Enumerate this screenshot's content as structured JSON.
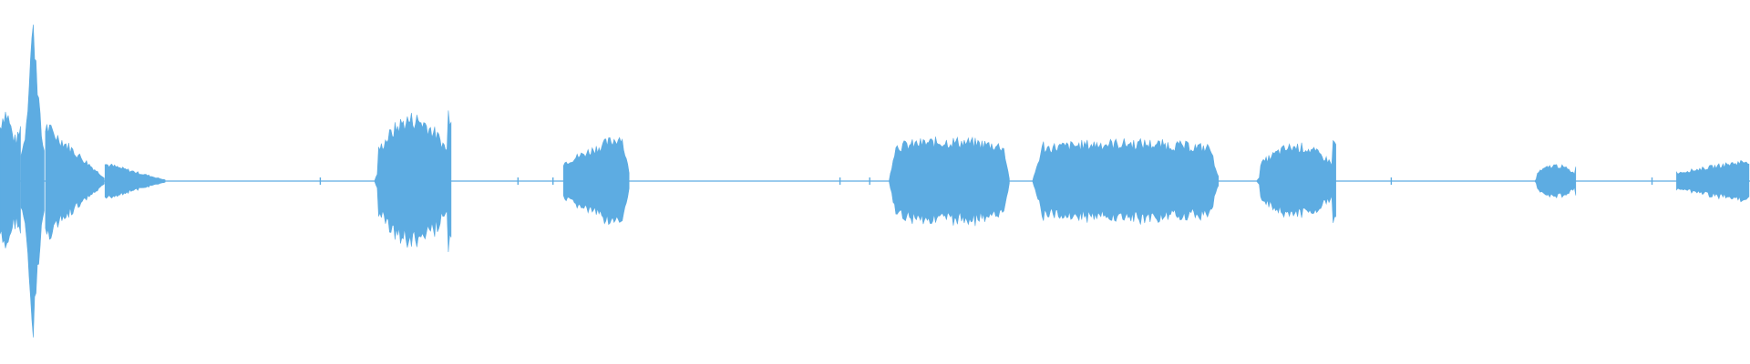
{
  "waveform": {
    "color": "#5dace2",
    "background": "#ffffff",
    "baseline_amplitude": 0.008,
    "segments": [
      {
        "start": 0.0,
        "end": 0.012,
        "peak": 0.4,
        "shape": "attack",
        "label": ""
      },
      {
        "start": 0.012,
        "end": 0.026,
        "peak": 0.78,
        "shape": "spike",
        "label": ""
      },
      {
        "start": 0.026,
        "end": 0.06,
        "peak": 0.32,
        "shape": "decay",
        "label": ""
      },
      {
        "start": 0.06,
        "end": 0.095,
        "peak": 0.1,
        "shape": "decay",
        "label": ""
      },
      {
        "start": 0.214,
        "end": 0.258,
        "peak": 0.36,
        "shape": "burst",
        "label": ""
      },
      {
        "start": 0.322,
        "end": 0.36,
        "peak": 0.3,
        "shape": "ramp-up-spike",
        "label": ""
      },
      {
        "start": 0.508,
        "end": 0.577,
        "peak": 0.23,
        "shape": "plateau",
        "label": ""
      },
      {
        "start": 0.59,
        "end": 0.697,
        "peak": 0.22,
        "shape": "plateau",
        "label": ""
      },
      {
        "start": 0.718,
        "end": 0.764,
        "peak": 0.2,
        "shape": "burst",
        "label": ""
      },
      {
        "start": 0.877,
        "end": 0.901,
        "peak": 0.09,
        "shape": "burst",
        "label": ""
      },
      {
        "start": 0.958,
        "end": 1.0,
        "peak": 0.12,
        "shape": "ramp-up",
        "label": ""
      }
    ],
    "ticks": [
      0.183,
      0.296,
      0.316,
      0.48,
      0.497,
      0.795,
      0.944
    ]
  }
}
